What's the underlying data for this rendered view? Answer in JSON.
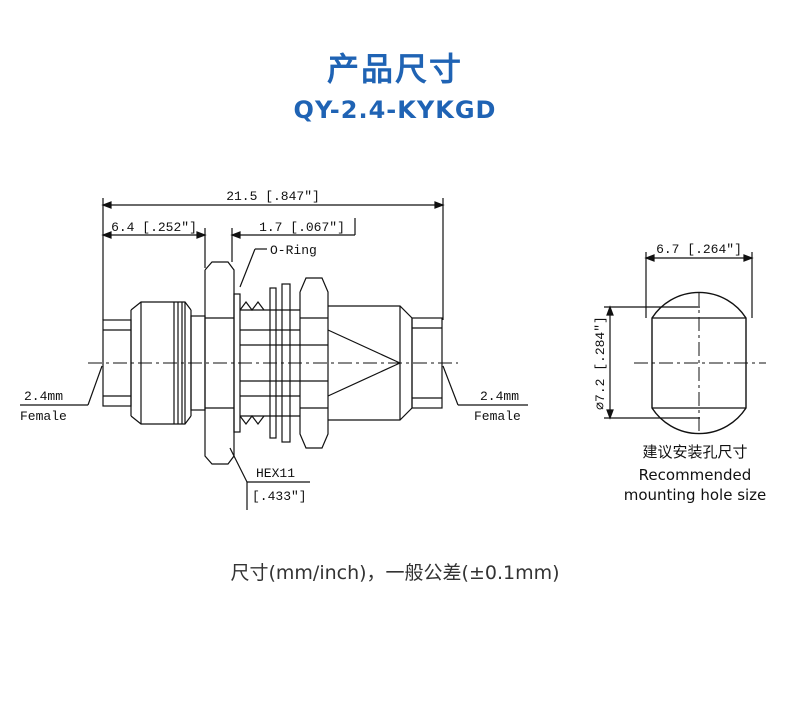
{
  "header": {
    "title": "产品尺寸",
    "model": "QY-2.4-KYKGD"
  },
  "side_view": {
    "overall_length": "21.5 [.847\"]",
    "front_length": "6.4 [.252\"]",
    "o_ring_offset": "1.7 [.067\"]",
    "o_ring_label": "O-Ring",
    "left_interface_size": "2.4mm",
    "left_interface_gender": "Female",
    "right_interface_size": "2.4mm",
    "right_interface_gender": "Female",
    "hex_label": "HEX11",
    "hex_size": "[.433\"]"
  },
  "mounting_hole": {
    "width": "6.7 [.264\"]",
    "height": "⌀7.2 [.284\"]",
    "caption_cn": "建议安装孔尺寸",
    "caption_en_1": "Recommended",
    "caption_en_2": "mounting hole size"
  },
  "footer": {
    "tolerance_note": "尺寸(mm/inch)，一般公差(±0.1mm)"
  }
}
